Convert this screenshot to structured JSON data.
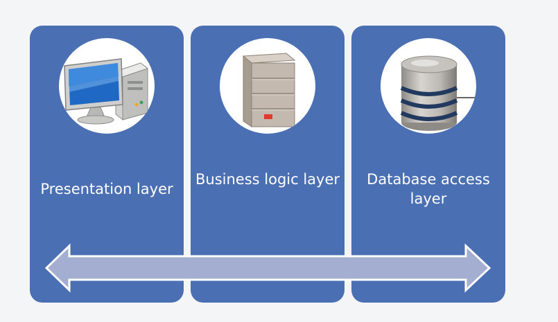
{
  "layers": [
    {
      "label": "Presentation layer",
      "icon": "computer-icon"
    },
    {
      "label": "Business logic layer",
      "icon": "server-icon"
    },
    {
      "label": "Database access layer",
      "icon": "database-icon"
    }
  ],
  "colors": {
    "panel": "#4a6fb3",
    "arrow": "#a4aed1",
    "arrow_outline": "#ffffff",
    "background": "#f4f5f7"
  }
}
